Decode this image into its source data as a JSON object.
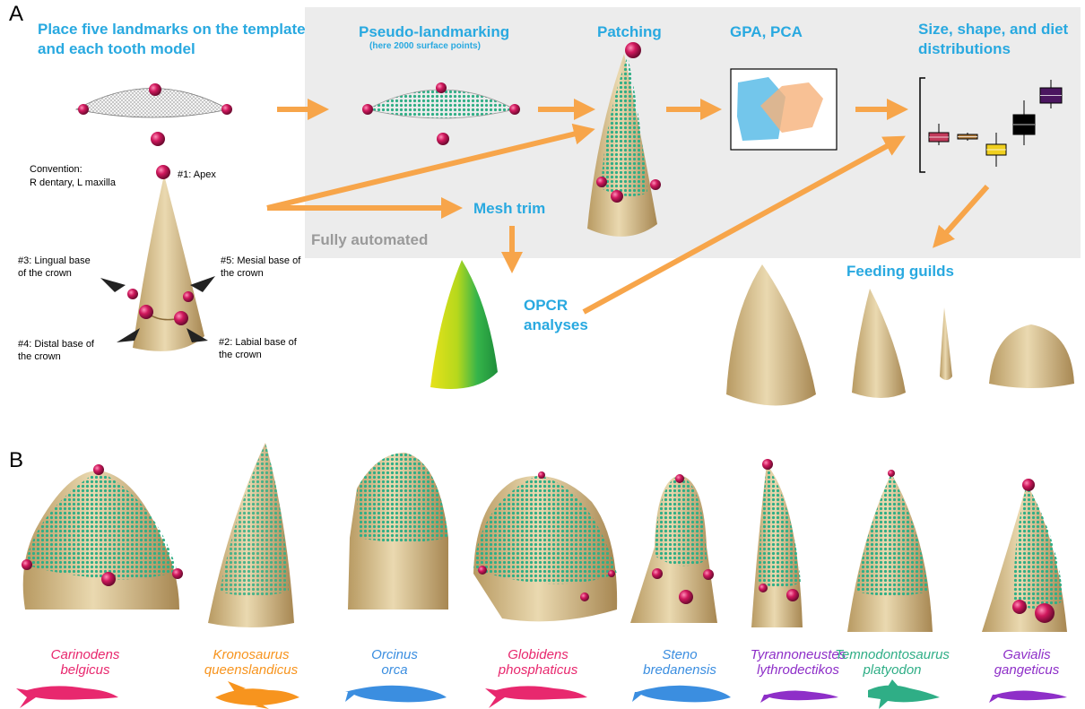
{
  "panel_a": {
    "letter": "A",
    "step1_title": "Place five landmarks on the template and each tooth model",
    "step2_title": "Pseudo-landmarking",
    "step2_sub": "(here 2000 surface points)",
    "step3_title": "Patching",
    "step4_title": "GPA, PCA",
    "step5_title": "Size, shape, and diet distributions",
    "mesh_trim": "Mesh trim",
    "opcr": "OPCR analyses",
    "feeding_guilds": "Feeding guilds",
    "fully_automated": "Fully automated",
    "convention": "Convention:",
    "convention_detail": "R dentary, L maxilla",
    "landmarks": {
      "apex": "#1: Apex",
      "labial": "#2: Labial base of the crown",
      "lingual": "#3: Lingual base of the crown",
      "distal": "#4: Distal base of the crown",
      "mesial": "#5: Mesial base of the crown"
    },
    "colors": {
      "arrow": "#f7a54a",
      "title_blue": "#29a9e0",
      "panel_gray": "#ececec",
      "landmark": "#d0185d",
      "tooth": "#d9c596",
      "semilandmark": "#2fae86",
      "pca_blue": "#5bbce8",
      "pca_orange": "#f6b27a"
    },
    "boxplot_colors": [
      "#c23a5b",
      "#b07a3a",
      "#f0d020",
      "#000000",
      "#4b1660"
    ]
  },
  "panel_b": {
    "letter": "B",
    "species": [
      {
        "genus": "Carinodens",
        "epithet": "belgicus",
        "color": "#e8286e",
        "icon": "mosasaur-icon"
      },
      {
        "genus": "Kronosaurus",
        "epithet": "queenslandicus",
        "color": "#f7941e",
        "icon": "pliosaur-icon"
      },
      {
        "genus": "Orcinus",
        "epithet": "orca",
        "color": "#3b8ee0",
        "icon": "whale-icon"
      },
      {
        "genus": "Globidens",
        "epithet": "phosphaticus",
        "color": "#e8286e",
        "icon": "mosasaur-icon"
      },
      {
        "genus": "Steno",
        "epithet": "bredanensis",
        "color": "#3b8ee0",
        "icon": "dolphin-icon"
      },
      {
        "genus": "Tyrannoneustes",
        "epithet": "lythrodectikos",
        "color": "#8e2fc8",
        "icon": "crocodylomorph-icon"
      },
      {
        "genus": "Temnodontosaurus",
        "epithet": "platyodon",
        "color": "#2fae86",
        "icon": "ichthyosaur-icon"
      },
      {
        "genus": "Gavialis",
        "epithet": "gangeticus",
        "color": "#8e2fc8",
        "icon": "gharial-icon"
      }
    ]
  }
}
